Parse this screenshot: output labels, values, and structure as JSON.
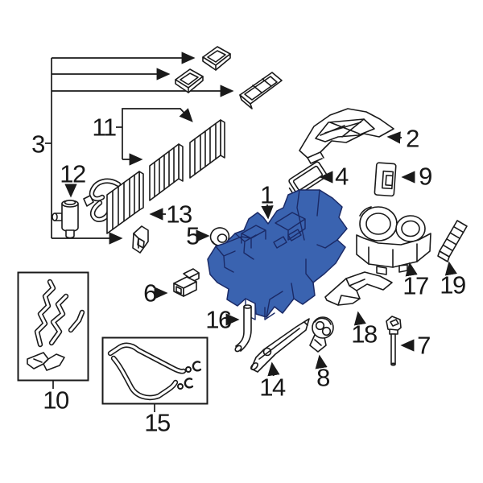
{
  "diagram": {
    "kind": "automotive HVAC exploded parts diagram",
    "background_color": "#ffffff",
    "line_color": "#1a1a1a",
    "highlight_color": "#3a63b0",
    "highlight_outline": "#1b2a66",
    "callouts": [
      {
        "num": "1"
      },
      {
        "num": "2"
      },
      {
        "num": "3"
      },
      {
        "num": "4"
      },
      {
        "num": "5"
      },
      {
        "num": "6"
      },
      {
        "num": "7"
      },
      {
        "num": "8"
      },
      {
        "num": "9"
      },
      {
        "num": "10"
      },
      {
        "num": "11"
      },
      {
        "num": "12"
      },
      {
        "num": "13"
      },
      {
        "num": "14"
      },
      {
        "num": "15"
      },
      {
        "num": "16"
      },
      {
        "num": "17"
      },
      {
        "num": "18"
      },
      {
        "num": "19"
      }
    ]
  }
}
